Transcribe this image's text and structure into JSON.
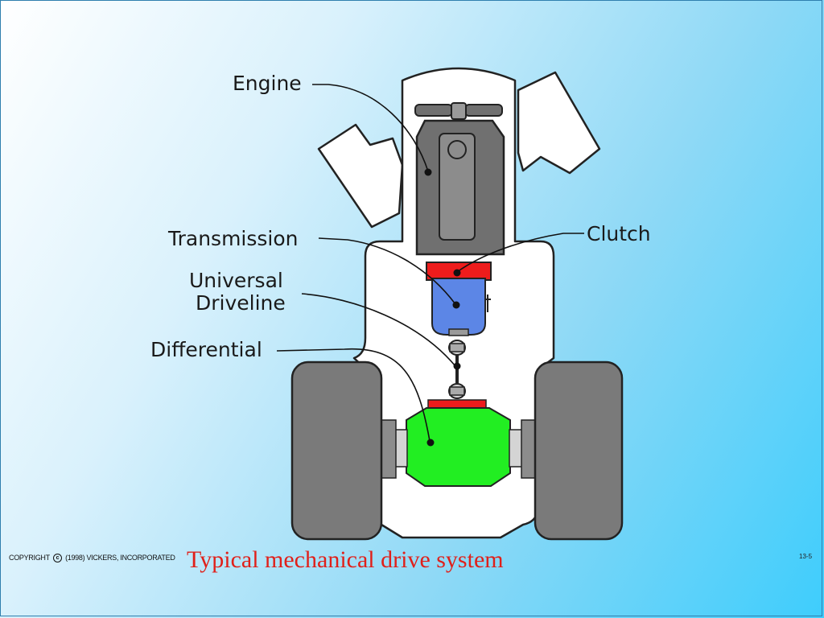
{
  "labels": {
    "engine": "Engine",
    "transmission": "Transmission",
    "universal": "Universal",
    "driveline": "Driveline",
    "differential": "Differential",
    "clutch": "Clutch"
  },
  "caption": "Typical mechanical drive system",
  "copyright": {
    "prefix": "COPYRIGHT",
    "suffix": "(1998) VICKERS, INCORPORATED"
  },
  "page_number": "13-5",
  "colors": {
    "clutch": "#ee1c1c",
    "transmission": "#5c86e6",
    "differential": "#22ee22",
    "engine": "#707070",
    "tire": "#7a7a7a",
    "caption": "#e0201a"
  }
}
